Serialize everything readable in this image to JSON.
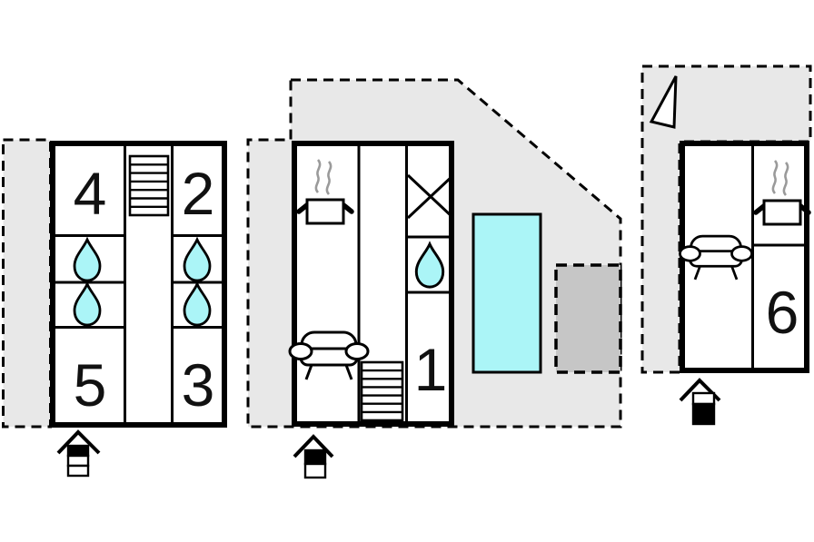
{
  "plan": {
    "rooms": {
      "r4": "4",
      "r2": "2",
      "r5": "5",
      "r3": "3",
      "r1": "1",
      "r6": "6"
    },
    "colors": {
      "water": "#abf5f7",
      "terrace": "#e8e8e8",
      "patio": "#c6c6c6",
      "wall": "#000000",
      "steam": "#9a9a9a",
      "background": "#ffffff"
    },
    "icons": {
      "stairs": "stairs-icon",
      "water_drop": "water-drop-icon",
      "pool": "swimming-pool",
      "stove": "stove-icon",
      "sofa": "sofa-icon",
      "cross": "crossed-cell-icon",
      "entrance": "entrance-arrow-icon",
      "north": "north-arrow-icon"
    }
  }
}
